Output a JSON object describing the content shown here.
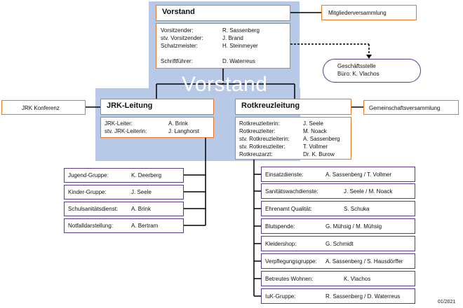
{
  "vorstand": {
    "title": "Vorstand",
    "watermark": "Vorstand",
    "members": [
      {
        "role": "Vorsitzender:",
        "name": "R. Sassenberg"
      },
      {
        "role": "stv. Vorsitzender:",
        "name": "J. Brand"
      },
      {
        "role": "Schatzmeister:",
        "name": "H. Steinmeyer"
      },
      {
        "role": "Schriftführer:",
        "name": "D. Waterreus"
      }
    ]
  },
  "mitglieder": "Mitgliederversammlung",
  "geschaeftsstelle": {
    "line1": "Geschäftsstelle",
    "line2": "Büro: K. Vlachos"
  },
  "jrk_konferenz": "JRK Konferenz",
  "gemeinschaft": "Gemeinschaftsversammlung",
  "jrk": {
    "title": "JRK-Leitung",
    "members": [
      {
        "role": "JRK-Leiter:",
        "name": "A. Brink"
      },
      {
        "role": "stv. JRK-Leiterin:",
        "name": "J. Langhorst"
      }
    ]
  },
  "rk": {
    "title": "Rotkreuzleitung",
    "members": [
      {
        "role": "Rotkreuzleiterin:",
        "name": "J. Seele"
      },
      {
        "role": "Rotkreuzleiter:",
        "name": "M. Noack"
      },
      {
        "role": "stv. Rotkreuzleiterin:",
        "name": "A. Sassenberg"
      },
      {
        "role": "stv. Rotkreuzleiter:",
        "name": "T. Vollmer"
      },
      {
        "role": "Rotkreuzarzt:",
        "name": "Dr. K. Burow"
      }
    ]
  },
  "jrk_groups": [
    {
      "label": "Jugend-Gruppe:",
      "value": "K. Deerberg"
    },
    {
      "label": "Kinder-Gruppe:",
      "value": "J. Seele"
    },
    {
      "label": "Schulsanitätsdienst:",
      "value": "A. Brink"
    },
    {
      "label": "Notfalldarstellung:",
      "value": "A. Bertram"
    }
  ],
  "rk_groups": [
    {
      "label": "Einsatzdienste:",
      "value": "A. Sassenberg / T. Vollmer"
    },
    {
      "label": "Sanitätswachdienste:",
      "value": "J. Seele / M. Noack"
    },
    {
      "label": "Ehrenamt Qualität:",
      "value": "S. Schuka"
    },
    {
      "label": "Blutspende:",
      "value": "G. Mühsig / M. Mühsig"
    },
    {
      "label": "Kleidershop:",
      "value": "G. Schmidt"
    },
    {
      "label": "Verpflegungsgruppe:",
      "value": "A. Sassenberg / S. Hausdörffer"
    },
    {
      "label": "Betreutes Wohnen:",
      "value": "K. Vlachos"
    },
    {
      "label": "IuK-Gruppe:",
      "value": "R. Sassenberg / D. Waterreus"
    }
  ],
  "date": "01/2021",
  "colors": {
    "band": "#b7c9e6",
    "orange": "#e07c2c",
    "purple": "#5b3a8c"
  }
}
